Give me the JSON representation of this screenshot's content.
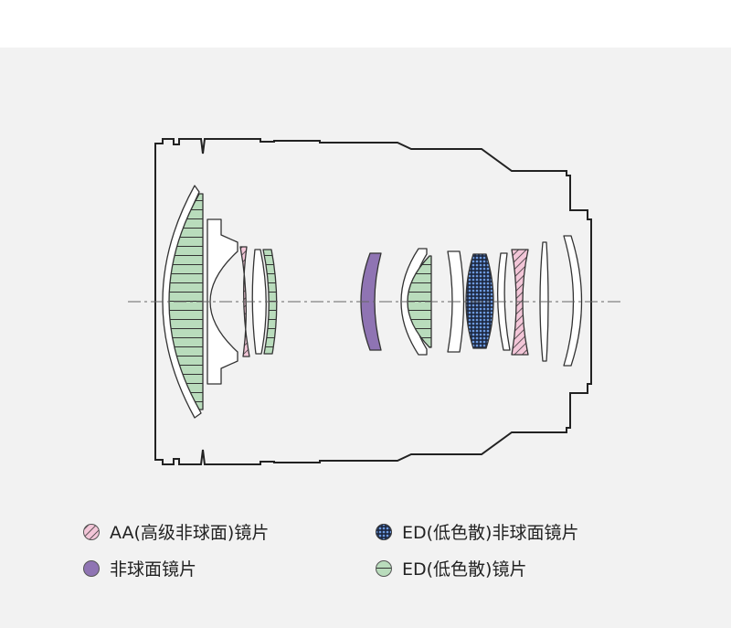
{
  "colors": {
    "background": "#f2f2f2",
    "outline": "#222222",
    "ed_green": "#b9dcbc",
    "aa_pink": "#f3c6d8",
    "aspherical_purple": "#8f74b3",
    "ed_aspherical_blue": "#5e8fd8"
  },
  "legend": [
    {
      "label": "AA(高级非球面)镜片",
      "icon": "pink-hatched-circle-icon"
    },
    {
      "label": "ED(低色散)非球面镜片",
      "icon": "blue-dotted-circle-icon"
    },
    {
      "label": "非球面镜片",
      "icon": "purple-circle-icon"
    },
    {
      "label": "ED(低色散)镜片",
      "icon": "green-striped-circle-icon"
    }
  ]
}
